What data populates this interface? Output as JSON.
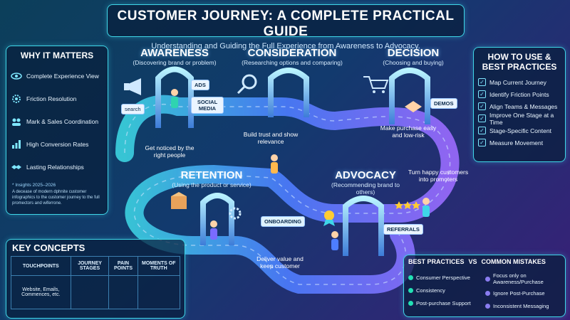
{
  "header": {
    "title": "CUSTOMER JOURNEY: A COMPLETE PRACTICAL GUIDE",
    "subtitle": "Understanding and Guiding the Full Experience from Awareness to Advocacy."
  },
  "why": {
    "title": "WHY IT MATTERS",
    "items": [
      {
        "label": "Complete Experience View",
        "icon": "eye-icon"
      },
      {
        "label": "Friction Resolution",
        "icon": "gear-icon"
      },
      {
        "label": "Mark & Sales Coordination",
        "icon": "team-icon"
      },
      {
        "label": "High Conversion Rates",
        "icon": "bar-chart-icon"
      },
      {
        "label": "Lasting Relationships",
        "icon": "handshake-icon"
      }
    ],
    "insight_title": "* Insights 2025–2026",
    "insight_text": "A decease of modern dphnite customer infographics to the customer journey to the full promectors and wiferrone."
  },
  "stages": {
    "awareness": {
      "title": "AWARENESS",
      "sub": "(Discovering brand or problem)",
      "note": "Get noticed by the right people"
    },
    "consideration": {
      "title": "CONSIDERATION",
      "sub": "(Researching options and comparing)",
      "note": "Build trust and show relevance"
    },
    "decision": {
      "title": "DECISION",
      "sub": "(Choosing and buying)",
      "note": "Make purchase easy and low-risk"
    },
    "retention": {
      "title": "RETENTION",
      "sub": "(Using the product or service)",
      "note": "Deliver value and keep customer"
    },
    "advocacy": {
      "title": "ADVOCACY",
      "sub": "(Recommending brand to others)",
      "note": "Turn happy customers into promoters"
    }
  },
  "tags": {
    "ads": "ADS",
    "social": "SOCIAL MEDIA",
    "search": "search",
    "demos": "DEMOS",
    "onboarding": "ONBOARDING",
    "referrals": "REFERRALS"
  },
  "how": {
    "title": "HOW TO USE & BEST PRACTICES",
    "items": [
      "Map Current Journey",
      "Identify Friction Points",
      "Align Teams & Messages",
      "Improve One Stage at a Time",
      "Stage-Specific Content",
      "Measure Movement"
    ]
  },
  "key_concepts": {
    "title": "KEY CONCEPTS",
    "headers": [
      "TOUCHPOINTS",
      "JOURNEY STAGES",
      "PAIN POINTS",
      "MOMENTS OF TRUTH"
    ],
    "row": [
      "Website, Emails, Commences, etc.",
      "",
      "",
      ""
    ]
  },
  "practices": {
    "best_label": "BEST PRACTICES",
    "vs": "VS",
    "mistakes_label": "COMMON MISTAKES",
    "best": [
      "Consumer Perspective",
      "Consistency",
      "Post-purchase Support"
    ],
    "mistakes": [
      "Focus only on Awareness/Purchase",
      "Ignore Post-Purchase",
      "Inconsistent Messaging"
    ]
  },
  "colors": {
    "accent": "#3fd6e8",
    "path": "#5a8cff",
    "good": "#22e0b4",
    "bad": "#8a7cf0"
  }
}
